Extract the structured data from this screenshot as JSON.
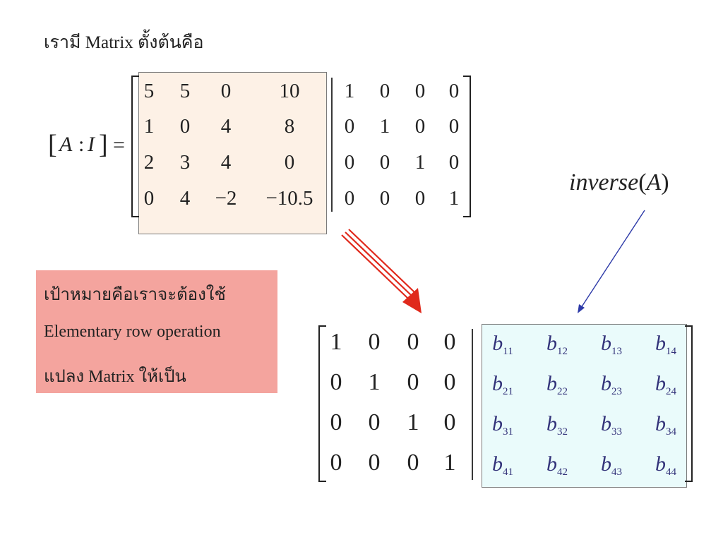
{
  "title": "เรามี Matrix ตั้งต้นคือ",
  "lhs": {
    "open": "[",
    "A": "A",
    "colon": ":",
    "I": "I",
    "close": "]",
    "equals": "="
  },
  "matrix_A": [
    [
      "5",
      "5",
      "0",
      "10"
    ],
    [
      "1",
      "0",
      "4",
      "8"
    ],
    [
      "2",
      "3",
      "4",
      "0"
    ],
    [
      "0",
      "4",
      "−2",
      "−10.5"
    ]
  ],
  "matrix_I_top": [
    [
      "1",
      "0",
      "0",
      "0"
    ],
    [
      "0",
      "1",
      "0",
      "0"
    ],
    [
      "0",
      "0",
      "1",
      "0"
    ],
    [
      "0",
      "0",
      "0",
      "1"
    ]
  ],
  "goal_box": {
    "line1": "เป้าหมายคือเราจะต้องใช้",
    "line2": "Elementary row operation",
    "line3": "แปลง Matrix ให้เป็น"
  },
  "inverse_label": {
    "func": "inverse",
    "open": "(",
    "arg": "A",
    "close": ")"
  },
  "matrix_I_bottom": [
    [
      "1",
      "0",
      "0",
      "0"
    ],
    [
      "0",
      "1",
      "0",
      "0"
    ],
    [
      "0",
      "0",
      "1",
      "0"
    ],
    [
      "0",
      "0",
      "0",
      "1"
    ]
  ],
  "matrix_B": [
    [
      {
        "v": "b",
        "s": "11"
      },
      {
        "v": "b",
        "s": "12"
      },
      {
        "v": "b",
        "s": "13"
      },
      {
        "v": "b",
        "s": "14"
      }
    ],
    [
      {
        "v": "b",
        "s": "21"
      },
      {
        "v": "b",
        "s": "22"
      },
      {
        "v": "b",
        "s": "23"
      },
      {
        "v": "b",
        "s": "24"
      }
    ],
    [
      {
        "v": "b",
        "s": "31"
      },
      {
        "v": "b",
        "s": "32"
      },
      {
        "v": "b",
        "s": "33"
      },
      {
        "v": "b",
        "s": "34"
      }
    ],
    [
      {
        "v": "b",
        "s": "41"
      },
      {
        "v": "b",
        "s": "42"
      },
      {
        "v": "b",
        "s": "43"
      },
      {
        "v": "b",
        "s": "44"
      }
    ]
  ],
  "colors": {
    "goal_box_bg": "#f4a49e",
    "highlight_A": "#fdf1e6",
    "highlight_B": "#eafbfb",
    "red_arrow": "#e0291c",
    "blue_arrow": "#2d3aa8"
  }
}
